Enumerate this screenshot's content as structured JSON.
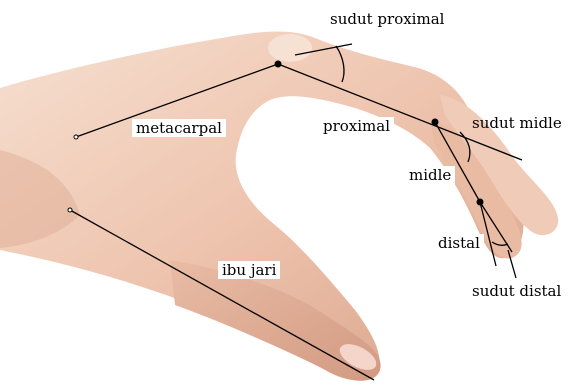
{
  "figure": {
    "colors": {
      "background": "#ffffff",
      "skin_light": "#f3d7c6",
      "skin_mid": "#e2b09a",
      "skin_dark": "#c98b73",
      "line": "#000000"
    },
    "labels": {
      "sudut_proximal": "sudut proximal",
      "metacarpal": "metacarpal",
      "proximal": "proximal",
      "sudut_midle": "sudut midle",
      "midle": "midle",
      "distal": "distal",
      "ibu_jari": "ibu jari",
      "sudut_distal": "sudut distal"
    }
  }
}
